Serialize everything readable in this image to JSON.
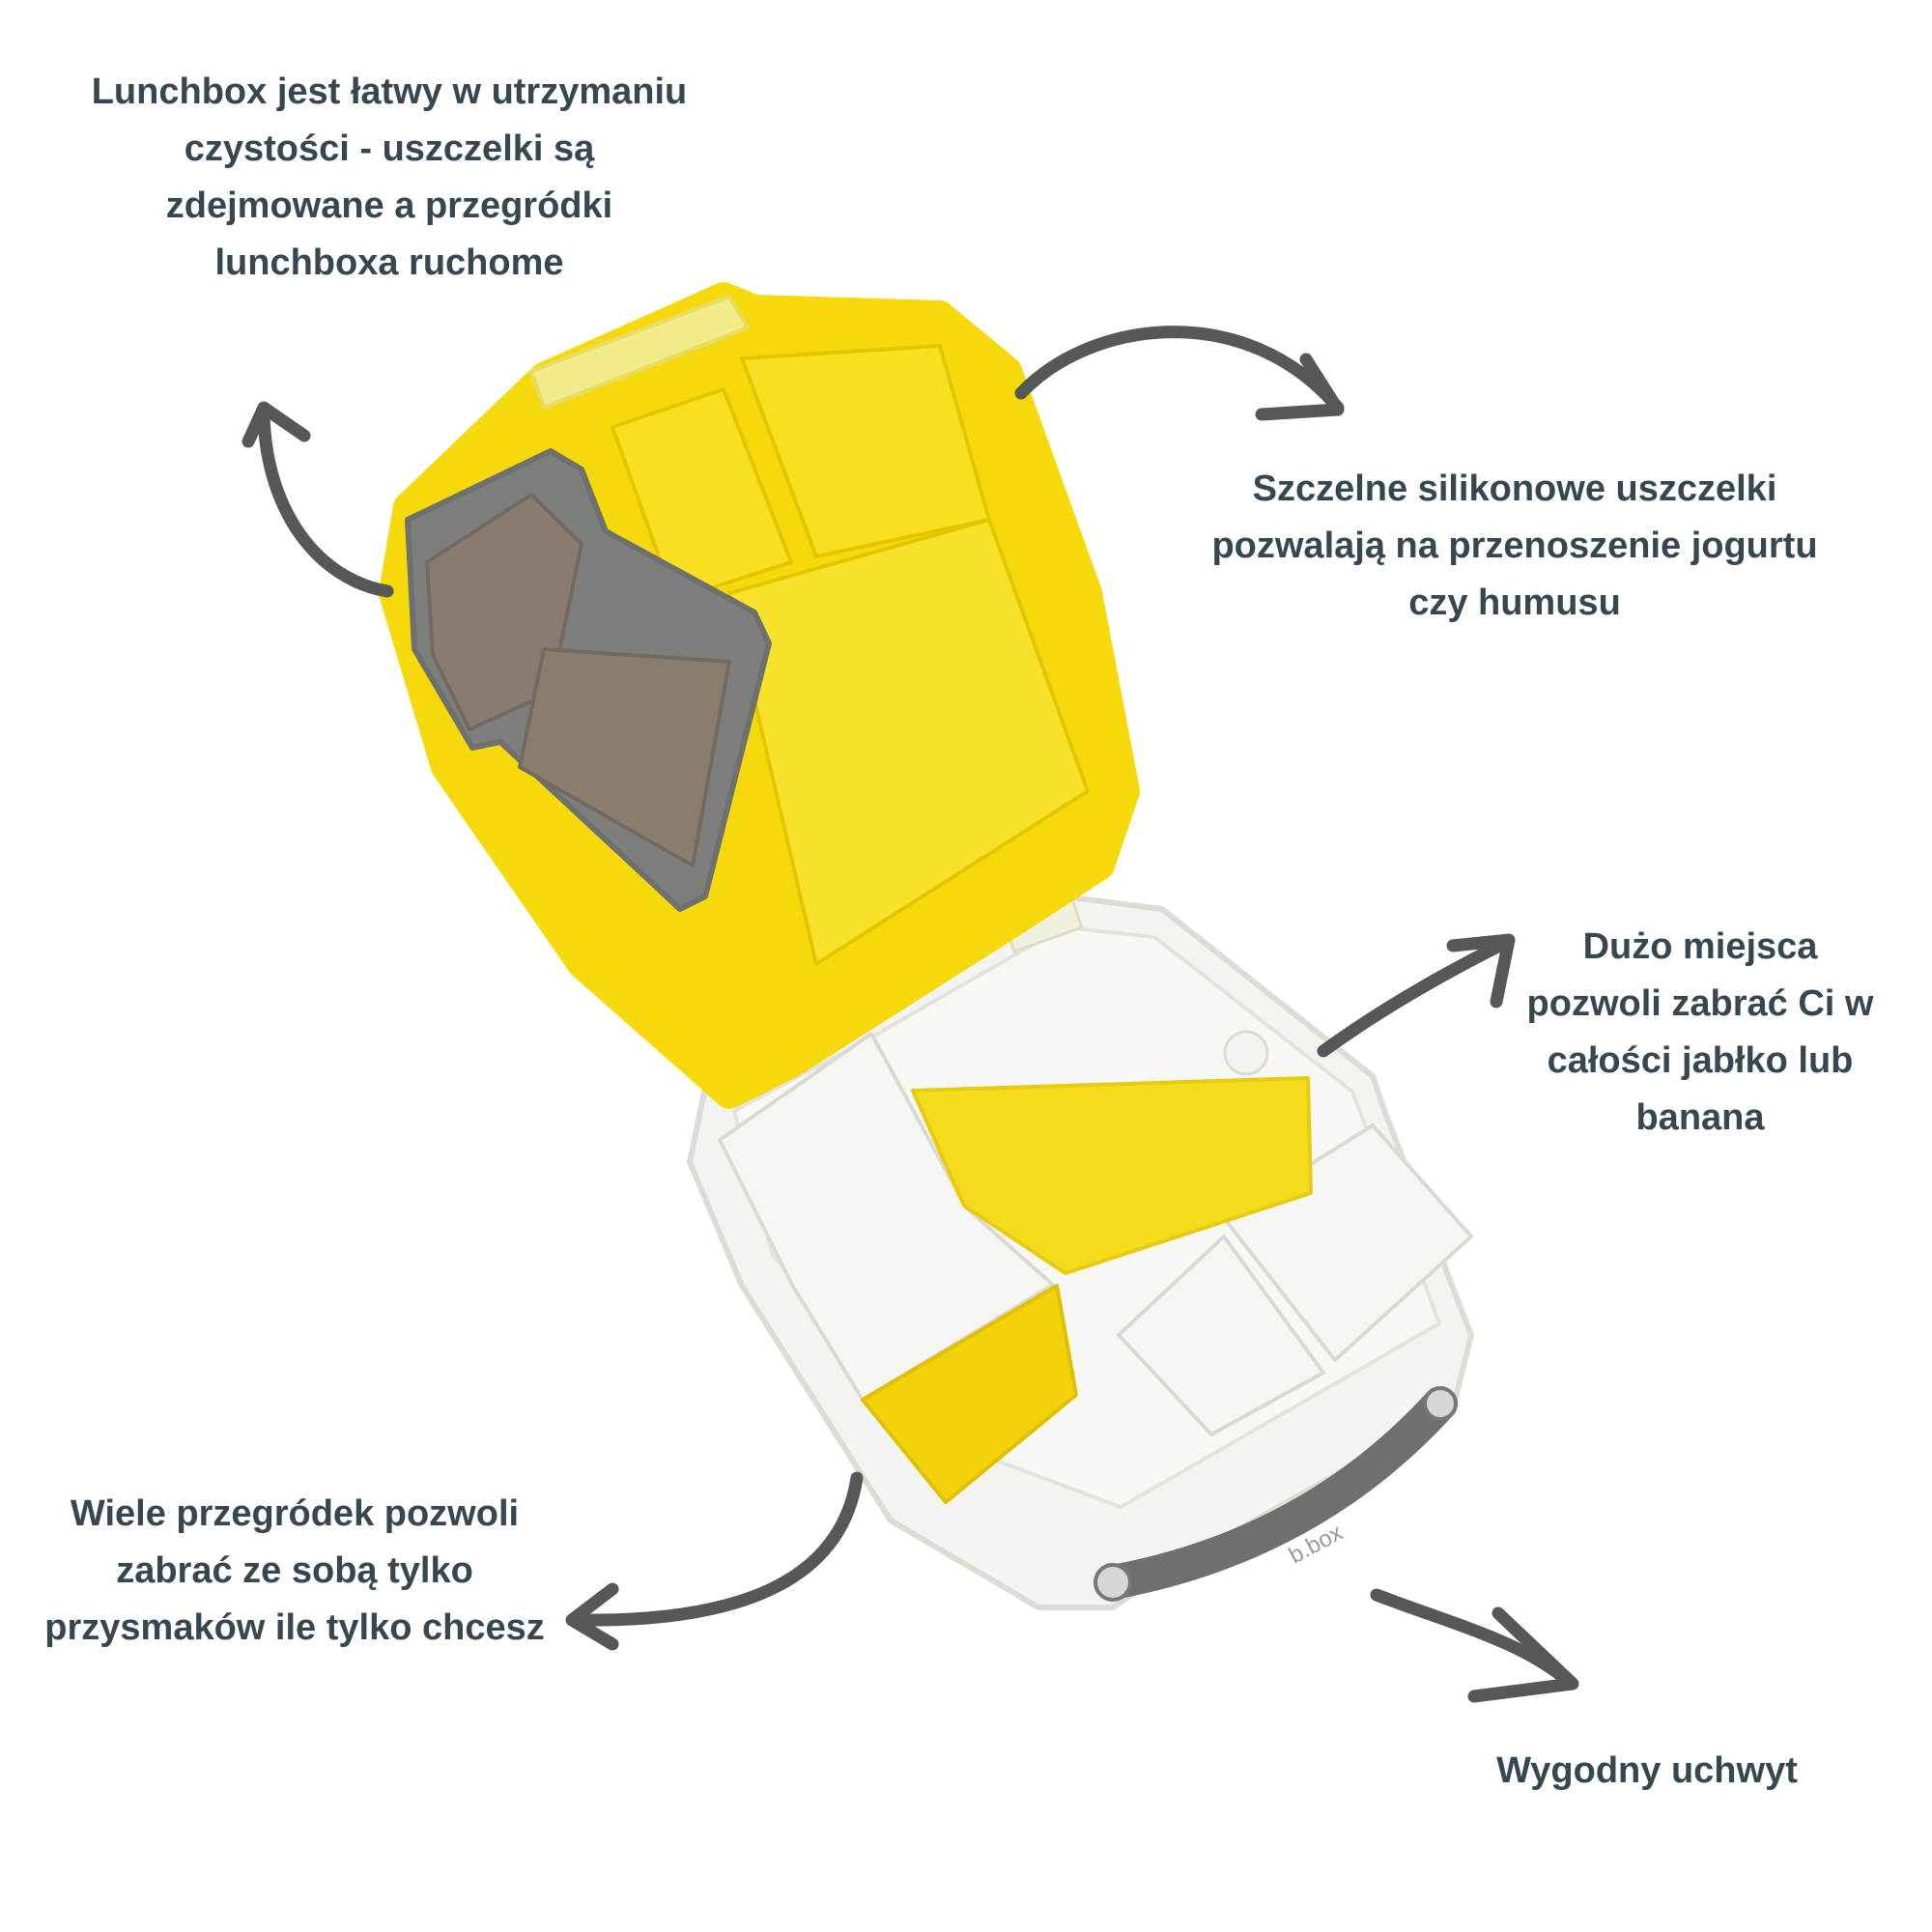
{
  "callouts": {
    "cleaning": {
      "lines": [
        "Lunchbox jest łatwy w utrzymaniu",
        "czystości - uszczelki są",
        "zdejmowane a przegródki",
        "lunchboxa ruchome"
      ]
    },
    "seals": {
      "lines": [
        "Szczelne silikonowe uszczelki",
        "pozwalają na przenoszenie jogurtu",
        "czy humusu"
      ]
    },
    "space": {
      "lines": [
        "Dużo miejsca",
        "pozwoli zabrać Ci w",
        "całości jabłko lub",
        "banana"
      ]
    },
    "compartments": {
      "lines": [
        "Wiele przegródek pozwoli",
        "zabrać ze sobą tylko",
        "przysmaków ile tylko chcesz"
      ]
    },
    "handle": {
      "lines": [
        "Wygodny uchwyt"
      ]
    }
  },
  "product": {
    "brand_mark": "b.box"
  },
  "colors": {
    "text": "#37474f",
    "arrow": "#555858",
    "lid_yellow": "#f5d90a",
    "silicone_grey": "#7d7f7d",
    "base_clear": "#f3f3ef"
  }
}
